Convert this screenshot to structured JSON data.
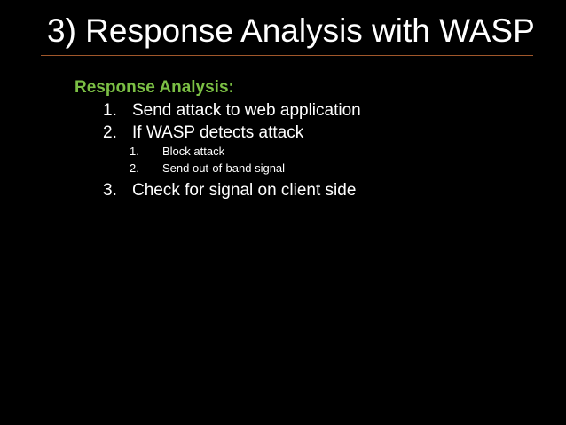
{
  "slide": {
    "title": "3) Response Analysis with WASP",
    "colors": {
      "background": "#000000",
      "title_text": "#ffffff",
      "rule": "#a0572b",
      "heading": "#7bbf44",
      "body_text": "#ffffff"
    },
    "section_heading": "Response Analysis:",
    "steps": [
      {
        "number": "1.",
        "text": "Send attack to web application"
      },
      {
        "number": "2.",
        "text": "If WASP detects attack",
        "substeps": [
          {
            "number": "1.",
            "text": "Block attack"
          },
          {
            "number": "2.",
            "text": "Send out-of-band signal"
          }
        ]
      },
      {
        "number": "3.",
        "text": "Check for signal on client side"
      }
    ]
  }
}
